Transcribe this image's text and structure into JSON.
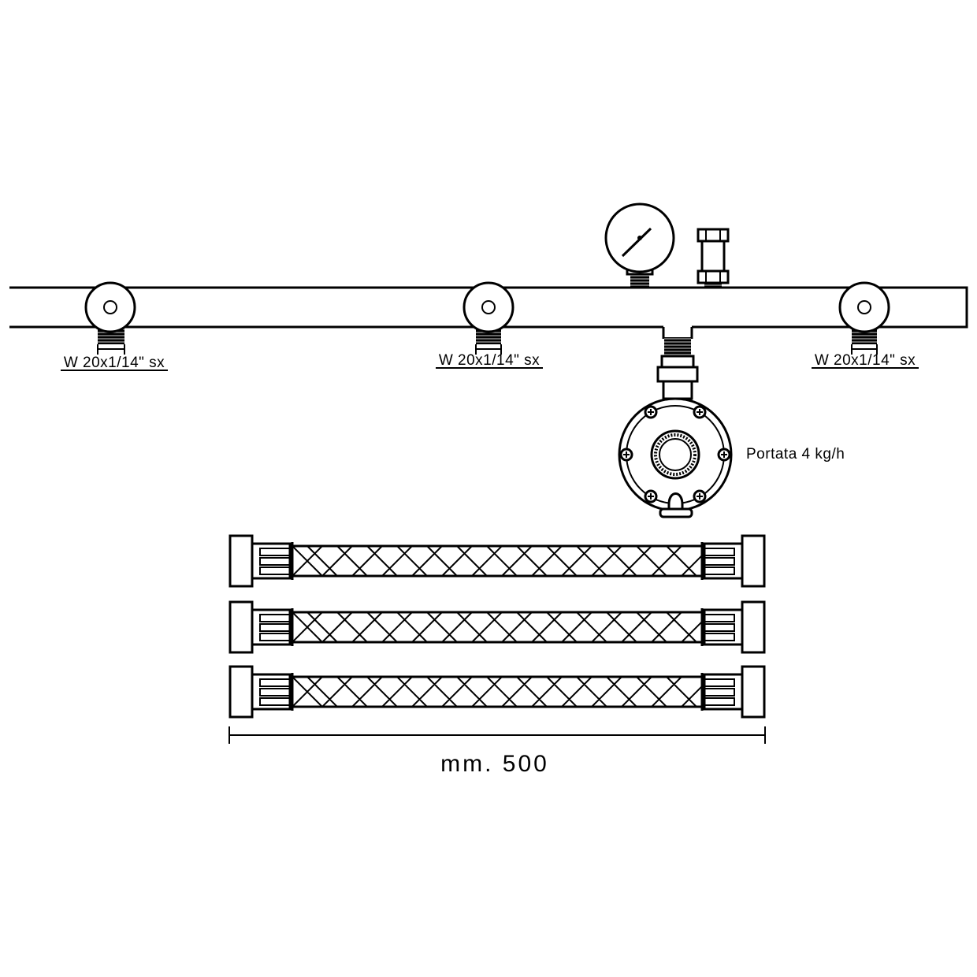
{
  "outlet_labels": [
    "W 20x1/14\" sx",
    "W 20x1/14\" sx",
    "W 20x1/14\" sx"
  ],
  "regulator_label": "Portata 4 kg/h",
  "dimension_label": "mm. 500",
  "hose_count": 3,
  "icons": [
    "pressure-gauge-icon",
    "pressure-regulator-icon",
    "flexible-hose-icon",
    "valve-icon"
  ]
}
